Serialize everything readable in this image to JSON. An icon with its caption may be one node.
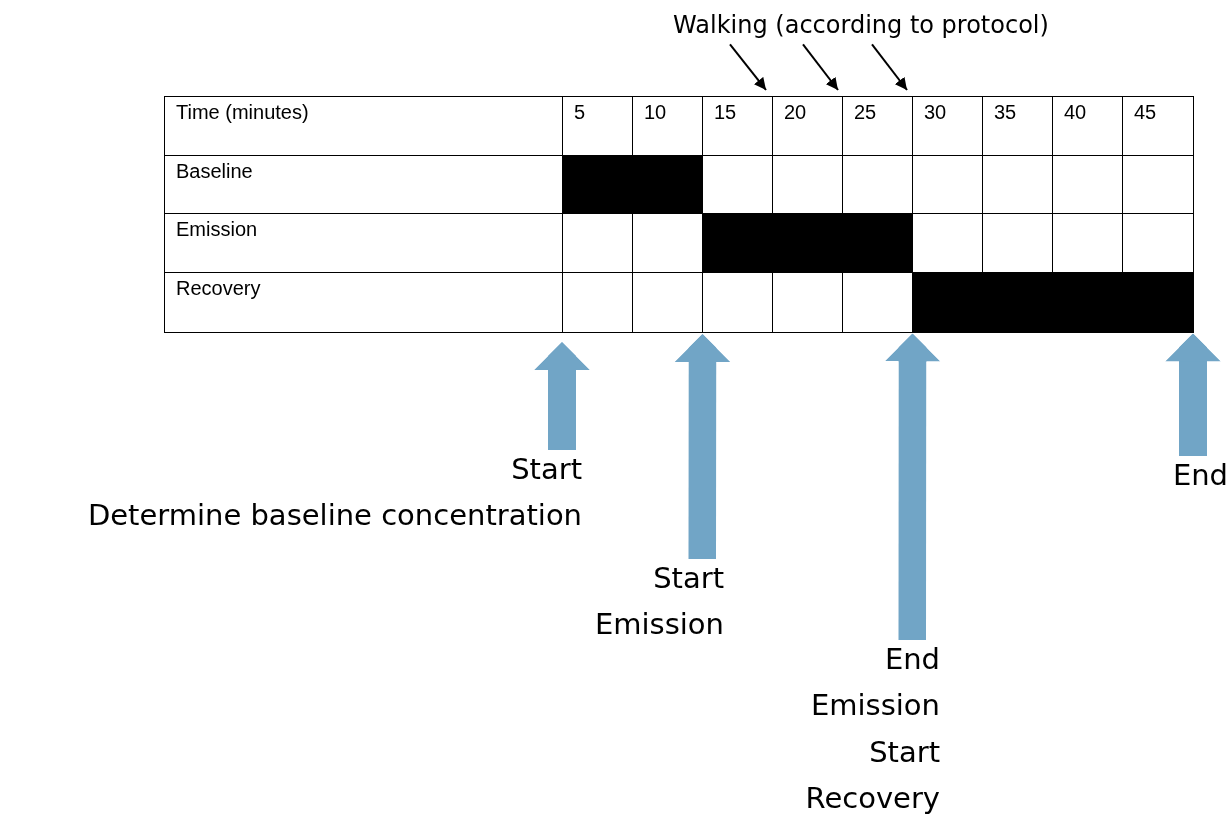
{
  "diagram": {
    "nodes": [
      {
        "text": [
          "Walking (according to protocol)"
        ]
      },
      {
        "text": [
          "Start",
          "Determine baseline concentration"
        ]
      },
      {
        "text": [
          "Start Emission"
        ]
      },
      {
        "text": [
          "End Emission",
          "Start Recovery"
        ]
      },
      {
        "text": [
          "End"
        ]
      },
      {
        "text": [],
        "shape": "bar"
      },
      {
        "text": [],
        "shape": "bar"
      },
      {
        "text": [],
        "shape": "bar"
      }
    ],
    "edges": [
      {
        "from": 0,
        "to": null,
        "arrow": "to",
        "color": "#000000"
      },
      {
        "from": 0,
        "to": null,
        "arrow": "to",
        "color": "#000000"
      },
      {
        "from": 0,
        "to": null,
        "arrow": "to",
        "color": "#000000"
      },
      {
        "from": 1,
        "to": null,
        "arrow": "to",
        "color": "#71a5c6"
      },
      {
        "from": 2,
        "to": 6,
        "arrow": "to",
        "color": "#71a5c6"
      },
      {
        "from": 3,
        "to": 7,
        "arrow": "to",
        "color": "#71a5c6"
      },
      {
        "from": 4,
        "to": 7,
        "arrow": "to",
        "color": "#71a5c6"
      }
    ],
    "labels": [
      "Time (minutes)",
      "5",
      "10",
      "15",
      "20",
      "25",
      "30",
      "35",
      "40",
      "45",
      "Baseline",
      "Emission",
      "Recovery"
    ]
  }
}
